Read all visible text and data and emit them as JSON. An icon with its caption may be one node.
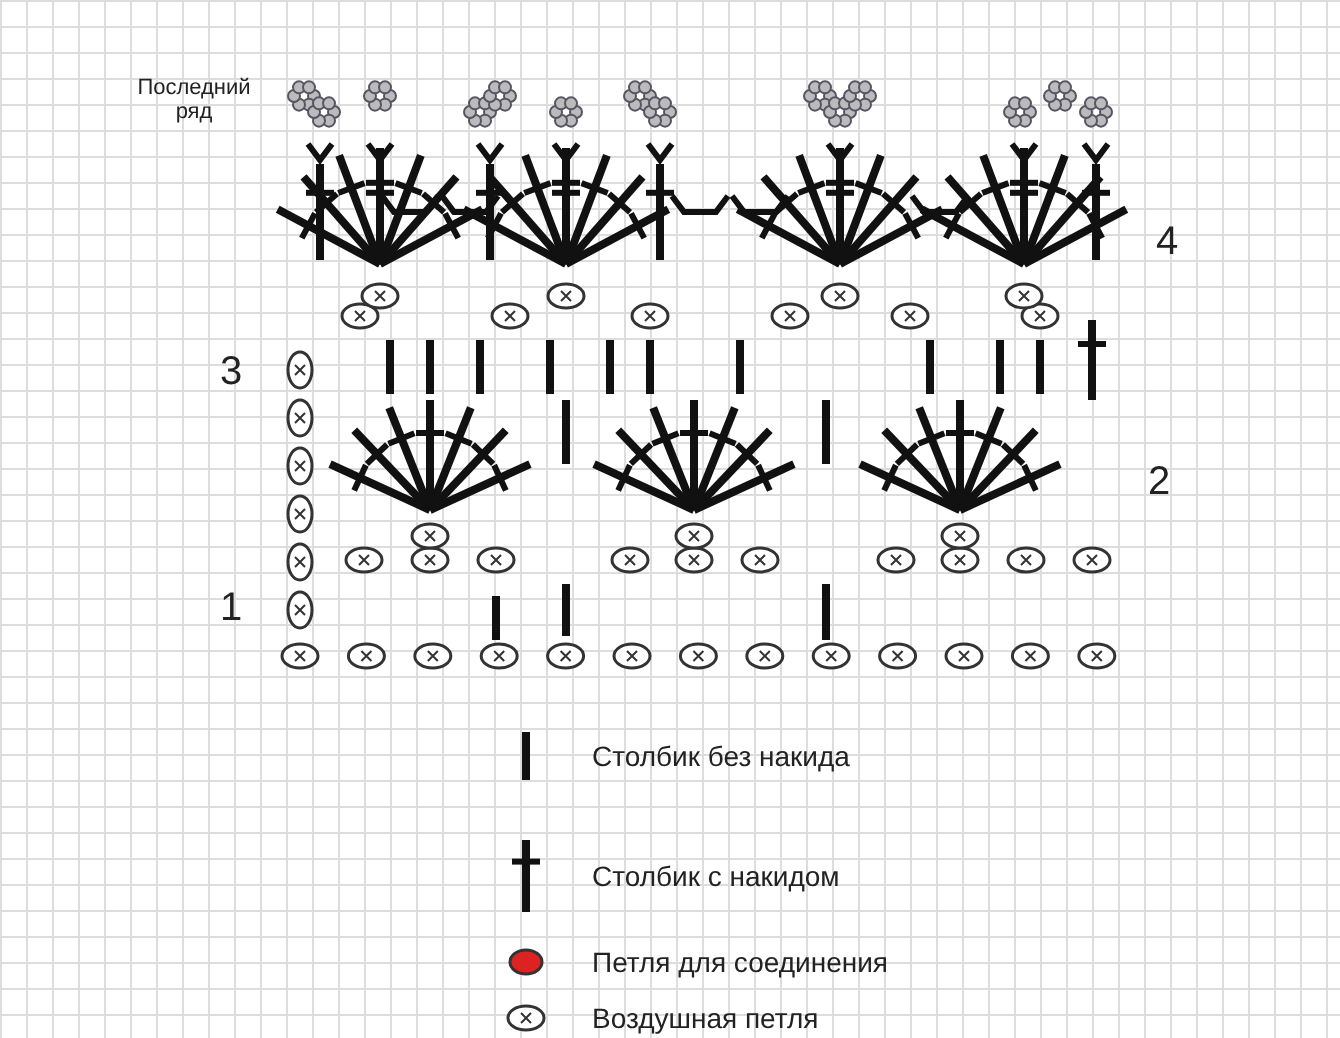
{
  "diagram": {
    "labels": [
      "Последний ряд",
      "4",
      "3",
      "2",
      "1"
    ],
    "legend": [
      {
        "text": "Столбик без накида"
      },
      {
        "text": "Столбик с накидом"
      },
      {
        "text": "Петля для соединения"
      },
      {
        "text": "Воздушная петля"
      }
    ]
  }
}
